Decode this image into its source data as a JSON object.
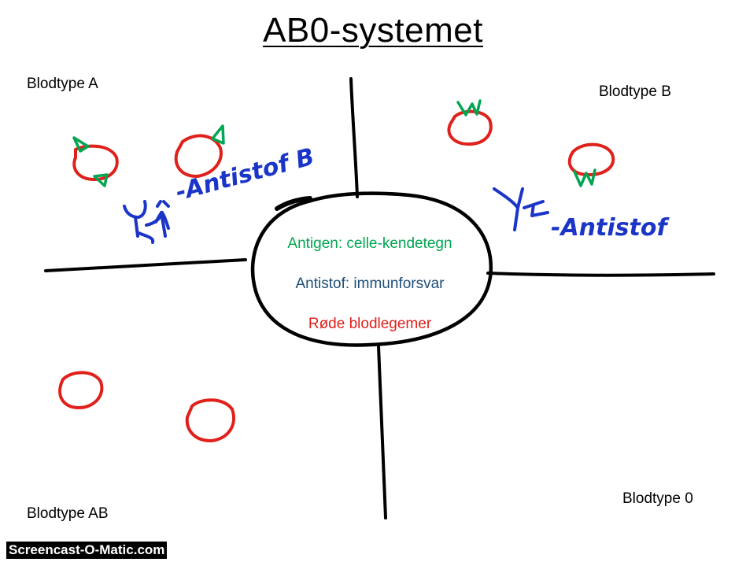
{
  "title": "AB0-systemet",
  "quadrants": {
    "top_left": "Blodtype A",
    "top_right": "Blodtype B",
    "bottom_left": "Blodtype AB",
    "bottom_right": "Blodtype 0"
  },
  "legend": {
    "antigen": "Antigen: celle-kendetegn",
    "antibody": "Antistof: immunforsvar",
    "red_cells": "Røde blodlegemer"
  },
  "annotations": {
    "left": "-Antistof B",
    "right": "-Antistof"
  },
  "colors": {
    "antigen": "#00a651",
    "antibody": "#1f4e79",
    "red_cells": "#e0201b",
    "ink_blue": "#1a35c8",
    "ink_black": "#000000"
  },
  "watermark": "Screencast-O-Matic.com"
}
